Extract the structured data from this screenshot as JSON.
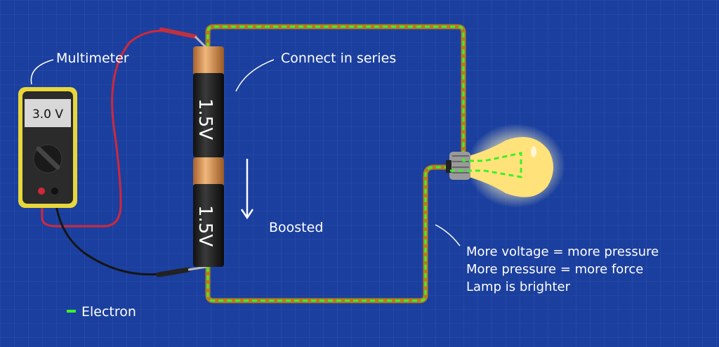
{
  "labels": {
    "multimeter": "Multimeter",
    "connect": "Connect in series",
    "boosted": "Boosted",
    "legend_electron": "Electron"
  },
  "multimeter": {
    "reading": "3.0 V"
  },
  "batteries": [
    {
      "label": "1.5V"
    },
    {
      "label": "1.5V"
    }
  ],
  "notes": [
    "More voltage = more pressure",
    "More pressure = more force",
    "Lamp is brighter"
  ],
  "colors": {
    "background": "#1b3f9e",
    "electron": "#3ef02a",
    "wire": "#b97a1f",
    "bulb": "#ffe27a",
    "red_lead": "#d0283a",
    "multimeter_case": "#e8d73a"
  }
}
